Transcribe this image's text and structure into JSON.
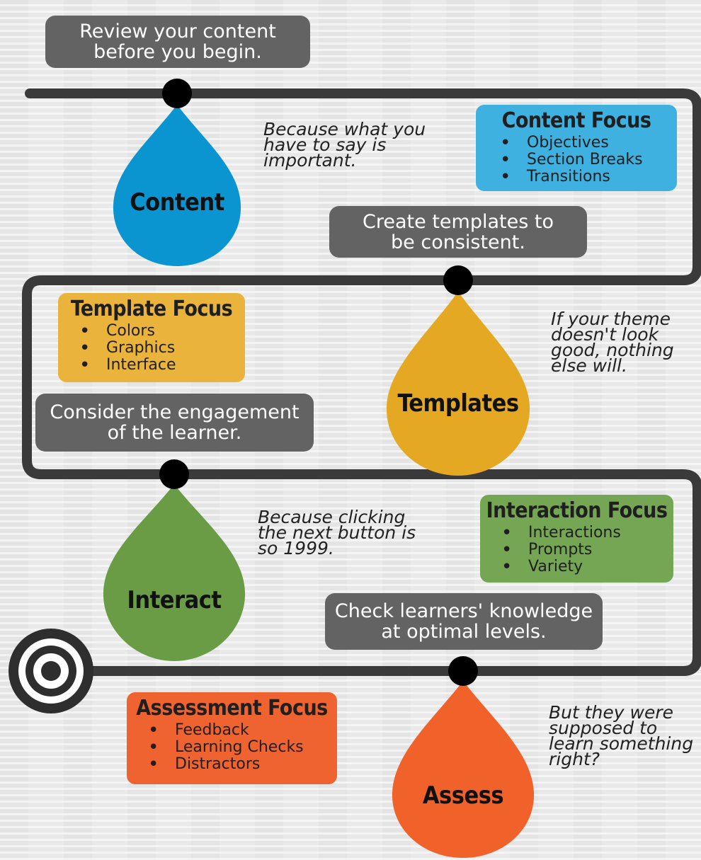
{
  "colors": {
    "content": "#0b95d0",
    "templates": "#e4a823",
    "interact": "#6a9c46",
    "assess": "#f0622a",
    "content_box": "#3eb1e0",
    "templates_box": "#eab33c",
    "interact_box": "#75a653",
    "assess_box": "#ef6330",
    "track": "#3a3a3a",
    "callout": "#636363"
  },
  "icons": [
    "target-icon"
  ],
  "stages": [
    {
      "callout": "Review your content\nbefore you begin.",
      "label": "Content",
      "quote": "Because what you\nhave to say is\nimportant.",
      "focus_title": "Content Focus",
      "focus_items": [
        "Objectives",
        "Section Breaks",
        "Transitions"
      ]
    },
    {
      "callout": "Create templates to\nbe consistent.",
      "label": "Templates",
      "quote": "If your theme\ndoesn't look\ngood, nothing\nelse will.",
      "focus_title": "Template Focus",
      "focus_items": [
        "Colors",
        "Graphics",
        "Interface"
      ]
    },
    {
      "callout": "Consider the engagement\nof the learner.",
      "label": "Interact",
      "quote": "Because clicking\nthe next button is\nso 1999.",
      "focus_title": "Interaction Focus",
      "focus_items": [
        "Interactions",
        "Prompts",
        "Variety"
      ]
    },
    {
      "callout": "Check learners' knowledge\nat optimal levels.",
      "label": "Assess",
      "quote": "But they were\nsupposed to\nlearn something\nright?",
      "focus_title": "Assessment Focus",
      "focus_items": [
        "Feedback",
        "Learning Checks",
        "Distractors"
      ]
    }
  ]
}
